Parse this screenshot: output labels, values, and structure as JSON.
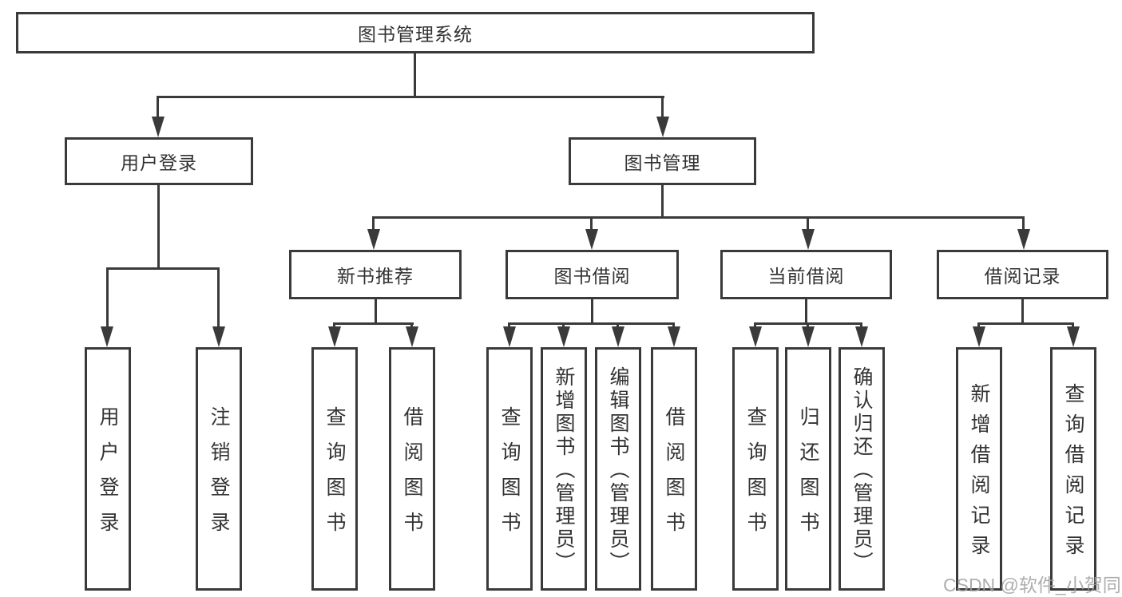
{
  "tree": {
    "root": {
      "label": "图书管理系统"
    },
    "branches": [
      {
        "label": "用户登录",
        "children": [
          {
            "label": "用户登录"
          },
          {
            "label": "注销登录"
          }
        ]
      },
      {
        "label": "图书管理",
        "children": [
          {
            "label": "新书推荐",
            "children": [
              {
                "label": "查询图书"
              },
              {
                "label": "借阅图书"
              }
            ]
          },
          {
            "label": "图书借阅",
            "children": [
              {
                "label": "查询图书"
              },
              {
                "label": "新增图书（管理员）"
              },
              {
                "label": "编辑图书（管理员）"
              },
              {
                "label": "借阅图书"
              }
            ]
          },
          {
            "label": "当前借阅",
            "children": [
              {
                "label": "查询图书"
              },
              {
                "label": "归还图书"
              },
              {
                "label": "确认归还（管理员）"
              }
            ]
          },
          {
            "label": "借阅记录",
            "children": [
              {
                "label": "新增借阅记录"
              },
              {
                "label": "查询借阅记录"
              }
            ]
          }
        ]
      }
    ]
  },
  "watermark": {
    "label": "CSDN @软件_小贺同学"
  },
  "colors": {
    "line": "#3a3a3a",
    "text": "#333333",
    "watermark": "#a0a0a0",
    "background": "#ffffff"
  }
}
